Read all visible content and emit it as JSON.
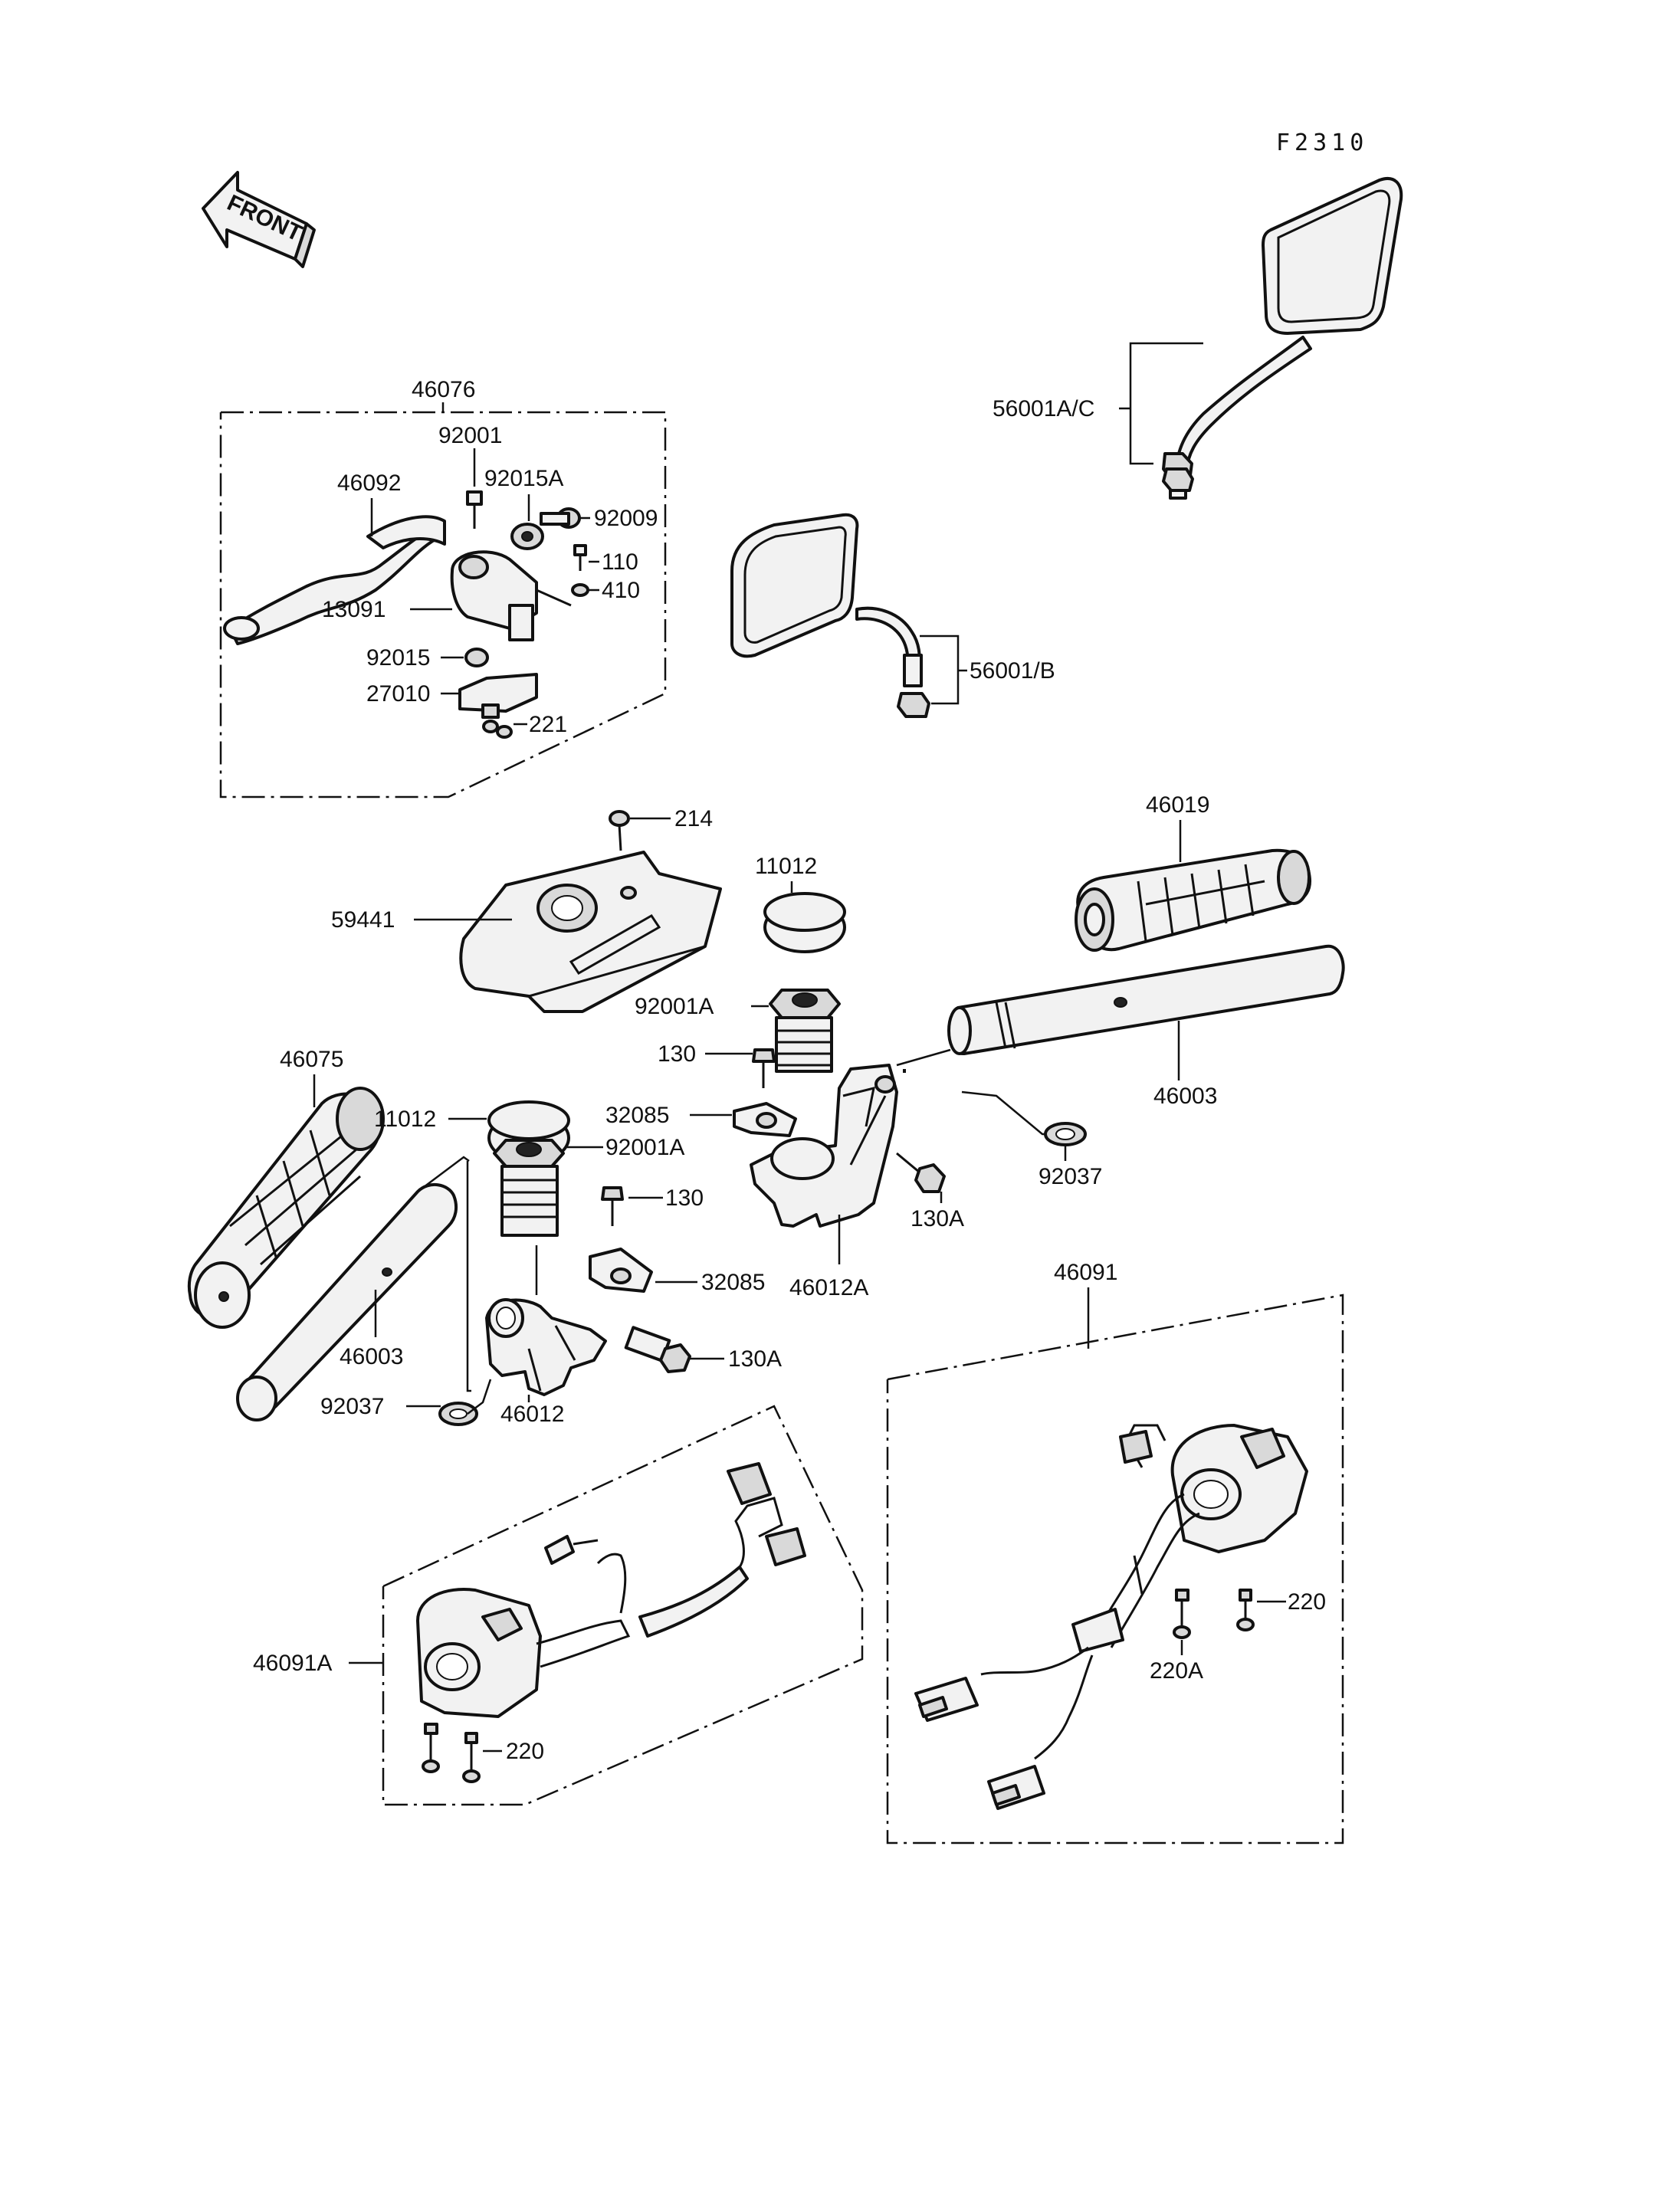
{
  "figure_code": "F2310",
  "front_label": "FRONT",
  "labels": {
    "46076": "46076",
    "92001": "92001",
    "46092": "46092",
    "92015A": "92015A",
    "92009": "92009",
    "110": "110",
    "410": "410",
    "13091": "13091",
    "92015": "92015",
    "27010": "27010",
    "221": "221",
    "56001AC": "56001A/C",
    "56001B": "56001/B",
    "214": "214",
    "11012_top": "11012",
    "46019": "46019",
    "59441": "59441",
    "92001A_top": "92001A",
    "130_top": "130",
    "46075": "46075",
    "11012_left": "11012",
    "32085_top": "32085",
    "92001A_left": "92001A",
    "46003_right": "46003",
    "130A_right": "130A",
    "92037_right": "92037",
    "130_left": "130",
    "32085_left": "32085",
    "46012A": "46012A",
    "46091": "46091",
    "46003_left": "46003",
    "130A_left": "130A",
    "92037_left": "92037",
    "46012": "46012",
    "46091A": "46091A",
    "220_left": "220",
    "220_right": "220",
    "220A": "220A"
  }
}
